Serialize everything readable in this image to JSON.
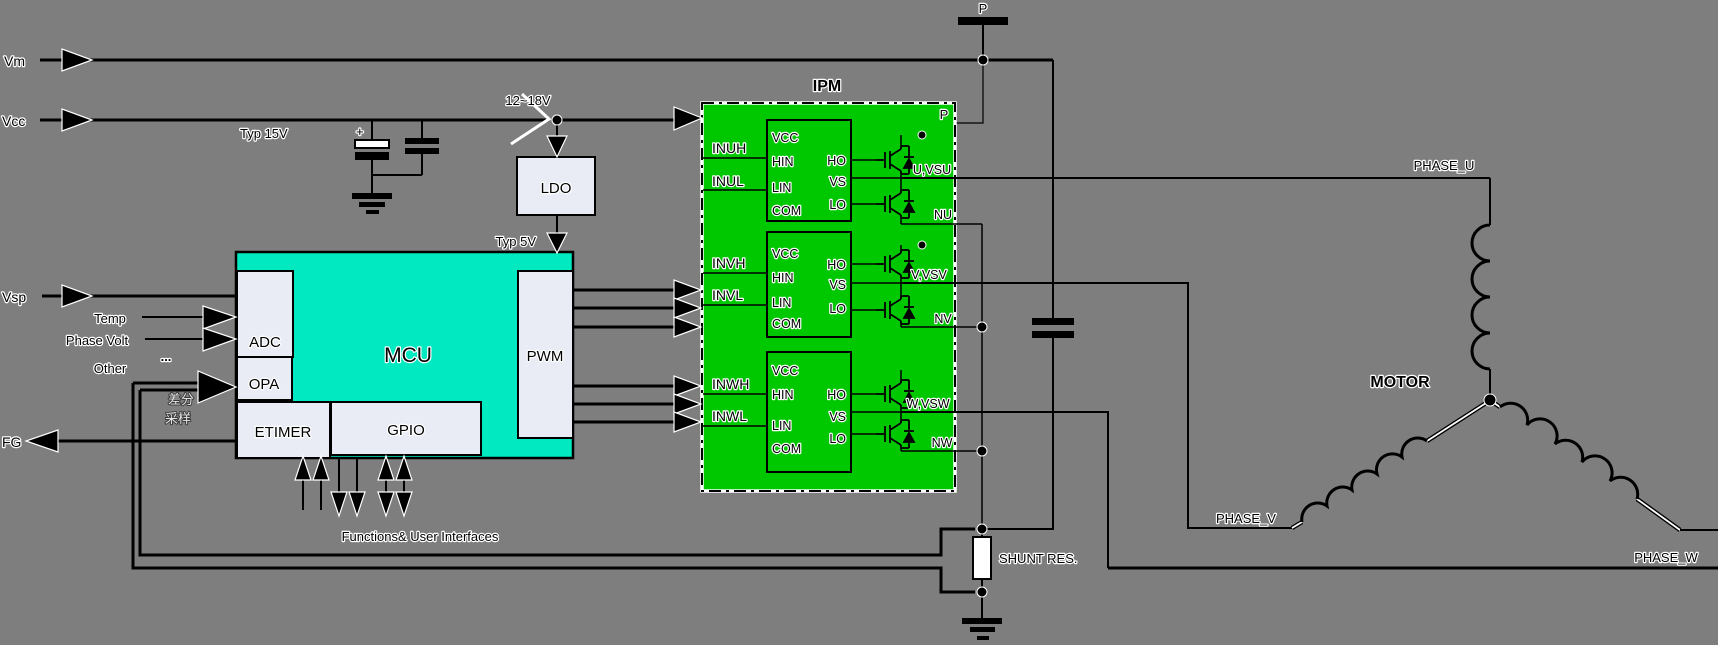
{
  "diagram": {
    "colors": {
      "background": "#7E7E7E",
      "mcu_fill": "#00E9C0",
      "ipm_fill": "#00C800",
      "block_fill": "#E9ECF5",
      "wire": "#000000"
    },
    "left_rails": {
      "vm": "Vm",
      "vcc": "Vcc",
      "vsp": "Vsp",
      "fg": "FG"
    },
    "supply": {
      "typ15": "Typ 15V",
      "range": "12~18V",
      "ldo": "LDO",
      "typ5": "Typ 5V",
      "cap_plus": "+"
    },
    "mcu": {
      "label": "MCU",
      "adc": "ADC",
      "opa": "OPA",
      "etimer": "ETIMER",
      "gpio": "GPIO",
      "pwm": "PWM",
      "inputs": {
        "temp": "Temp",
        "phase_volt": "Phase Volt",
        "other": "Other",
        "ellipsis": "...",
        "sense_line1": "差分",
        "sense_line2": "采样"
      },
      "bottom_label": "Functions&  User Interfaces"
    },
    "ipm": {
      "title": "IPM",
      "p_pin": "P",
      "inputs": [
        "INUH",
        "INUL",
        "INVH",
        "INVL",
        "INWH",
        "INWL"
      ],
      "driver_left": [
        "VCC",
        "HIN",
        "LIN",
        "COM"
      ],
      "driver_right": [
        "HO",
        "VS",
        "LO"
      ],
      "outputs": [
        "U,VSU",
        "NU",
        "V,VSV",
        "NV",
        "W,VSW",
        "NW"
      ]
    },
    "power": {
      "p_terminal": "P",
      "shunt": "SHUNT RES."
    },
    "motor": {
      "label": "MOTOR",
      "phases": [
        "PHASE_U",
        "PHASE_V",
        "PHASE_W"
      ]
    }
  }
}
